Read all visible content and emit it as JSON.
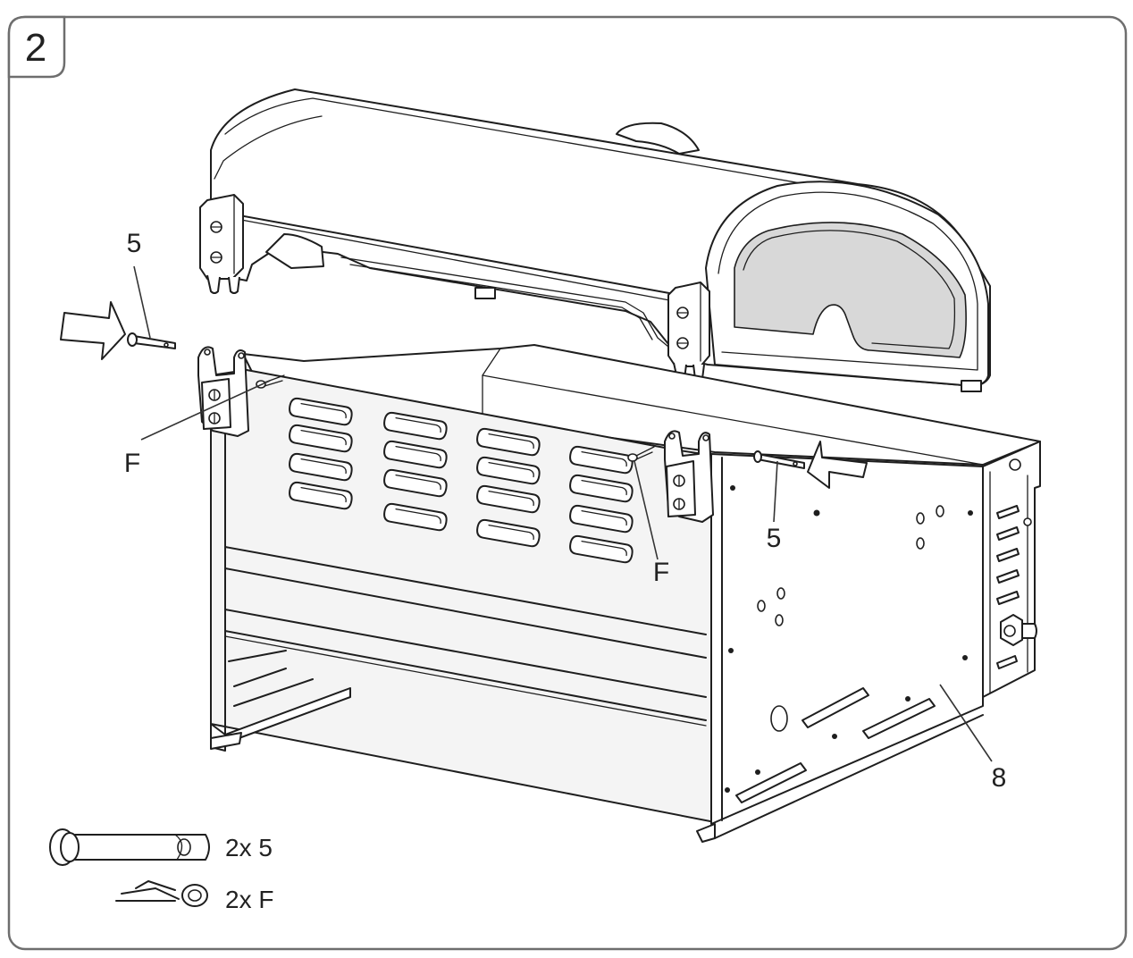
{
  "step": {
    "number": "2"
  },
  "callouts": {
    "pin_left": "5",
    "pin_right": "5",
    "clip_left": "F",
    "clip_right": "F",
    "body_part": "8"
  },
  "legend": {
    "pin_qty": "2x 5",
    "clip_qty": "2x F"
  }
}
